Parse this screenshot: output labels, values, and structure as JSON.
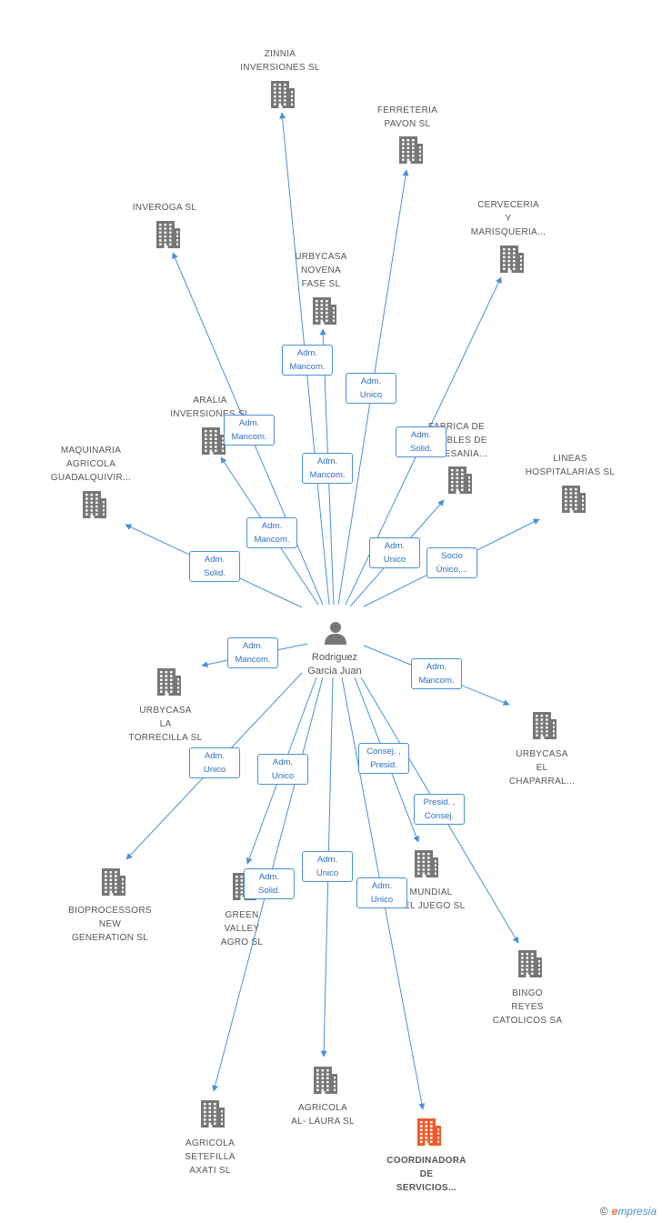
{
  "colors": {
    "edge": "#4a90d9",
    "building": "#777777",
    "focus_building": "#f05a28"
  },
  "person": {
    "name": "Rodriguez\nGarcia Juan",
    "icon": "person-icon"
  },
  "companies": [
    {
      "id": "zinnia",
      "label": "ZINNIA\nINVERSIONES SL"
    },
    {
      "id": "ferreteria",
      "label": "FERRETERIA\nPAVON SL"
    },
    {
      "id": "inveroga",
      "label": "INVEROGA SL"
    },
    {
      "id": "cerveceria",
      "label": "CERVECERIA\nY\nMARISQUERIA..."
    },
    {
      "id": "urbycasa-novena",
      "label": "URBYCASA\nNOVENA\nFASE SL"
    },
    {
      "id": "aralia",
      "label": "ARALIA\nINVERSIONES SL"
    },
    {
      "id": "fabrica",
      "label": "FABRICA DE\nMUEBLES DE\nARTESANIA..."
    },
    {
      "id": "maquinaria",
      "label": "MAQUINARIA\nAGRICOLA\nGUADALQUIVIR..."
    },
    {
      "id": "lineas",
      "label": "LINEAS\nHOSPITALARIAS SL"
    },
    {
      "id": "urbycasa-torrecilla",
      "label": "URBYCASA\nLA\nTORRECILLA SL"
    },
    {
      "id": "urbycasa-chaparral",
      "label": "URBYCASA\nEL\nCHAPARRAL..."
    },
    {
      "id": "bioprocessors",
      "label": "BIOPROCESSORS\nNEW\nGENERATION SL"
    },
    {
      "id": "green-valley",
      "label": "GREEN\nVALLEY\nAGRO SL"
    },
    {
      "id": "mundial",
      "label": "MUNDIAL\nDEL JUEGO SL"
    },
    {
      "id": "bingo",
      "label": "BINGO\nREYES\nCATOLICOS SA"
    },
    {
      "id": "setefilla",
      "label": "AGRICOLA\nSETEFILLA\nAXATI SL"
    },
    {
      "id": "al-laura",
      "label": "AGRICOLA\nAL- LAURA SL"
    },
    {
      "id": "coordinadora",
      "label": "COORDINADORA\nDE\nSERVICIOS...",
      "focus": true
    }
  ],
  "roles": [
    {
      "id": "r-zinnia",
      "text": "Adm.\nMancom."
    },
    {
      "id": "r-ferreteria",
      "text": "Adm.\nUnico"
    },
    {
      "id": "r-aralia",
      "text": "Adm.\nMancom."
    },
    {
      "id": "r-urbycasa-novena",
      "text": "Adm.\nMancom."
    },
    {
      "id": "r-cerveceria",
      "text": "Adm.\nSolid."
    },
    {
      "id": "r-inveroga",
      "text": "Adm.\nMancom."
    },
    {
      "id": "r-maquinaria",
      "text": "Adm.\nSolid."
    },
    {
      "id": "r-fabrica",
      "text": "Adm.\nUnico"
    },
    {
      "id": "r-lineas",
      "text": "Socio\nÚnico,..."
    },
    {
      "id": "r-torrecilla",
      "text": "Adm.\nMancom."
    },
    {
      "id": "r-chaparral",
      "text": "Adm.\nMancom."
    },
    {
      "id": "r-bioprocessors",
      "text": "Adm.\nUnico"
    },
    {
      "id": "r-setefilla",
      "text": "Adm.\nUnico"
    },
    {
      "id": "r-mundial",
      "text": "Consej. ,\nPresid."
    },
    {
      "id": "r-bingo",
      "text": "Presid. ,\nConsej."
    },
    {
      "id": "r-al-laura",
      "text": "Adm.\nUnico"
    },
    {
      "id": "r-green-valley",
      "text": "Adm.\nSolid."
    },
    {
      "id": "r-coordinadora",
      "text": "Adm.\nUnico"
    }
  ],
  "brand": {
    "copyright": "©",
    "e": "e",
    "rest": "mpresia"
  }
}
